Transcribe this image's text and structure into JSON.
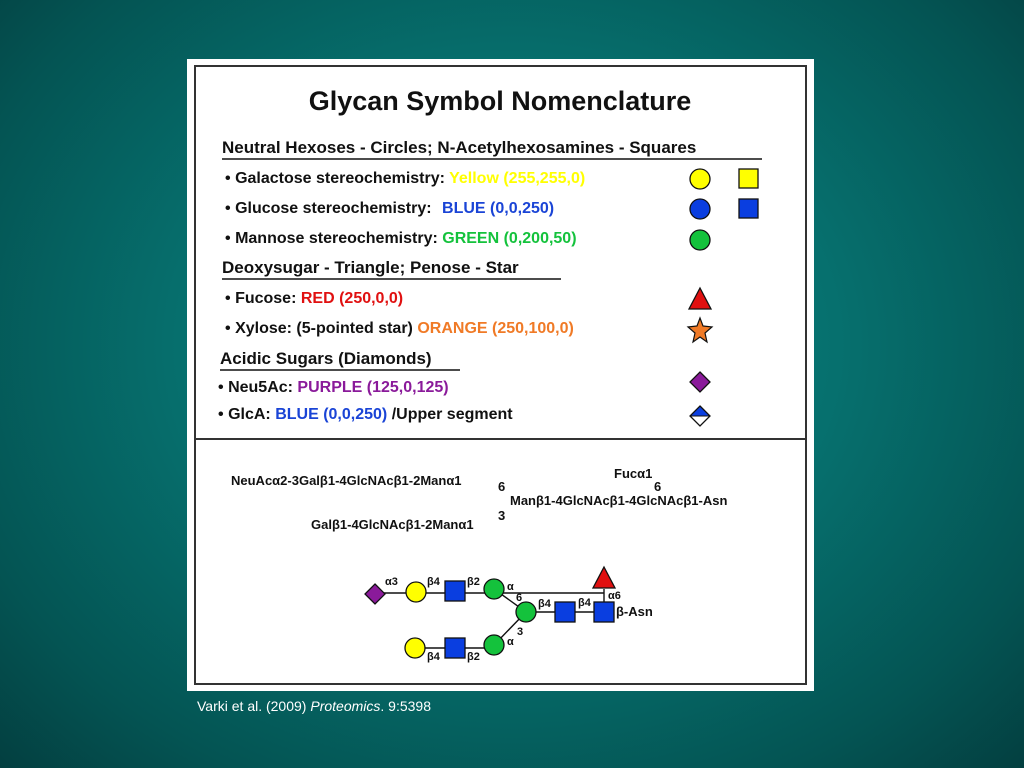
{
  "title": "Glycan Symbol Nomenclature",
  "colors": {
    "yellow": "#ffff00",
    "blue": "#0000fa",
    "green": "#00c832",
    "red": "#fa0000",
    "orange": "#fa6400",
    "purple": "#7d007d",
    "panel_border": "#333333",
    "background": "#06706e"
  },
  "sections": {
    "hexoses": {
      "heading": "Neutral Hexoses - Circles; N-Acetylhexosamines - Squares",
      "items": [
        {
          "label": "Galactose stereochemistry:",
          "color_text": "Yellow (255,255,0)",
          "color": "#ffff00",
          "symbols": [
            "circle",
            "square"
          ]
        },
        {
          "label": "Glucose stereochemistry:",
          "color_text": "BLUE (0,0,250)",
          "color": "#0000fa",
          "symbols": [
            "circle",
            "square"
          ]
        },
        {
          "label": "Mannose stereochemistry:",
          "color_text": "GREEN (0,200,50)",
          "color": "#00c832",
          "symbols": [
            "circle"
          ]
        }
      ]
    },
    "deoxysugars": {
      "heading": "Deoxysugar - Triangle; Penose - Star",
      "items": [
        {
          "label": "Fucose:",
          "color_text": "RED (250,0,0)",
          "color": "#fa0000",
          "symbols": [
            "triangle"
          ]
        },
        {
          "label": "Xylose: (5-pointed star)",
          "color_text": "ORANGE (250,100,0)",
          "color": "#fa6400",
          "symbols": [
            "star"
          ]
        }
      ]
    },
    "acidic": {
      "heading": "Acidic Sugars (Diamonds)",
      "items": [
        {
          "label": "Neu5Ac:",
          "color_text": "PURPLE (125,0,125)",
          "color": "#7d007d",
          "suffix": "",
          "symbols": [
            "diamond"
          ]
        },
        {
          "label": "GlcA:",
          "color_text": "BLUE (0,0,250)",
          "color": "#0000fa",
          "suffix": "/Upper segment",
          "symbols": [
            "half-diamond"
          ]
        }
      ]
    }
  },
  "formula": {
    "line1": "NeuAcα2-3Galβ1-4GlcNAcβ1-2Manα1",
    "line1_num": "6",
    "line2": "Manβ1-4GlcNAcβ1-4GlcNAcβ1-Asn",
    "line3": "Galβ1-4GlcNAcβ1-2Manα1",
    "line3_num": "3",
    "fuc": "Fucα1",
    "fuc_num": "6"
  },
  "glycan_labels": {
    "a3": "α3",
    "b4_top": "β4",
    "b2_top": "β2",
    "a_top": "α",
    "six": "6",
    "three": "3",
    "a_bot": "α",
    "b4_mid": "β4",
    "b4_core": "β4",
    "a6": "α6",
    "asn": "β-Asn",
    "b4_bot": "β4",
    "b2_bot": "β2"
  },
  "citation": {
    "authors": "Varki et al. (2009) ",
    "journal": "Proteomics",
    "ref": ". 9:5398"
  }
}
